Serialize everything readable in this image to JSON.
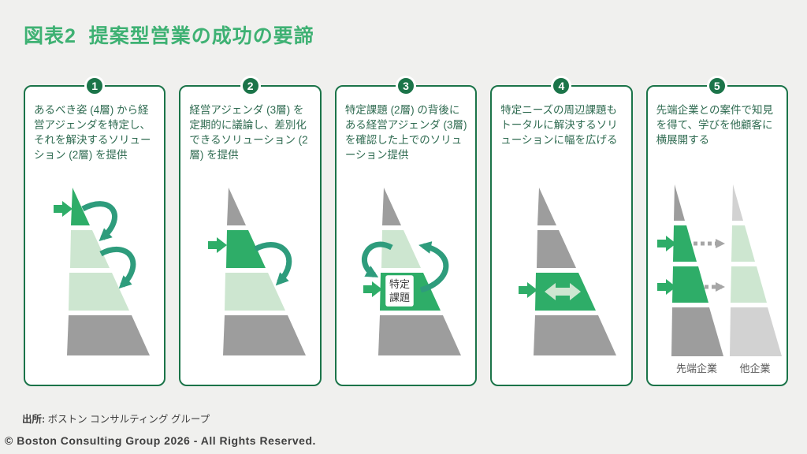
{
  "title": "図表2  提案型営業の成功の要諦",
  "steps": [
    {
      "number": "1",
      "description": "あるべき姿 (4層) から経営アジェンダを特定し、それを解決するソリューション (2層) を提供"
    },
    {
      "number": "2",
      "description": "経営アジェンダ (3層) を定期的に議論し、差別化できるソリューション (2層) を提供"
    },
    {
      "number": "3",
      "description": "特定課題 (2層) の背後にある経営アジェンダ (3層) を確認した上でのソリューション提供",
      "box_line1": "特定",
      "box_line2": "課題"
    },
    {
      "number": "4",
      "description": "特定ニーズの周辺課題もトータルに解決するソリューションに幅を広げる"
    },
    {
      "number": "5",
      "description": "先端企業との案件で知見を得て、学びを他顧客に横展開する",
      "left_label": "先端企業",
      "right_label": "他企業"
    }
  ],
  "footer": {
    "source_label": "出所:",
    "source_text": " ボストン コンサルティング グループ",
    "copyright": "© Boston Consulting Group 2026 - All Rights Reserved."
  },
  "colors": {
    "background": "#F0F0EE",
    "card_bg": "#FFFFFF",
    "brand_green_dark": "#1B7449",
    "title_green": "#3EB173",
    "seg_green": "#2EAD68",
    "seg_green_light": "#CDE6D0",
    "seg_gray": "#9D9D9D",
    "seg_gray_light": "#D2D2D2",
    "arc_green": "#2E9C7C",
    "desc_text": "#2F6B51",
    "axis_label_gray": "#595959",
    "box_text": "#3C3C3C",
    "dotted_arrow_gray": "#A6A6A6",
    "footer_text": "#404040"
  }
}
